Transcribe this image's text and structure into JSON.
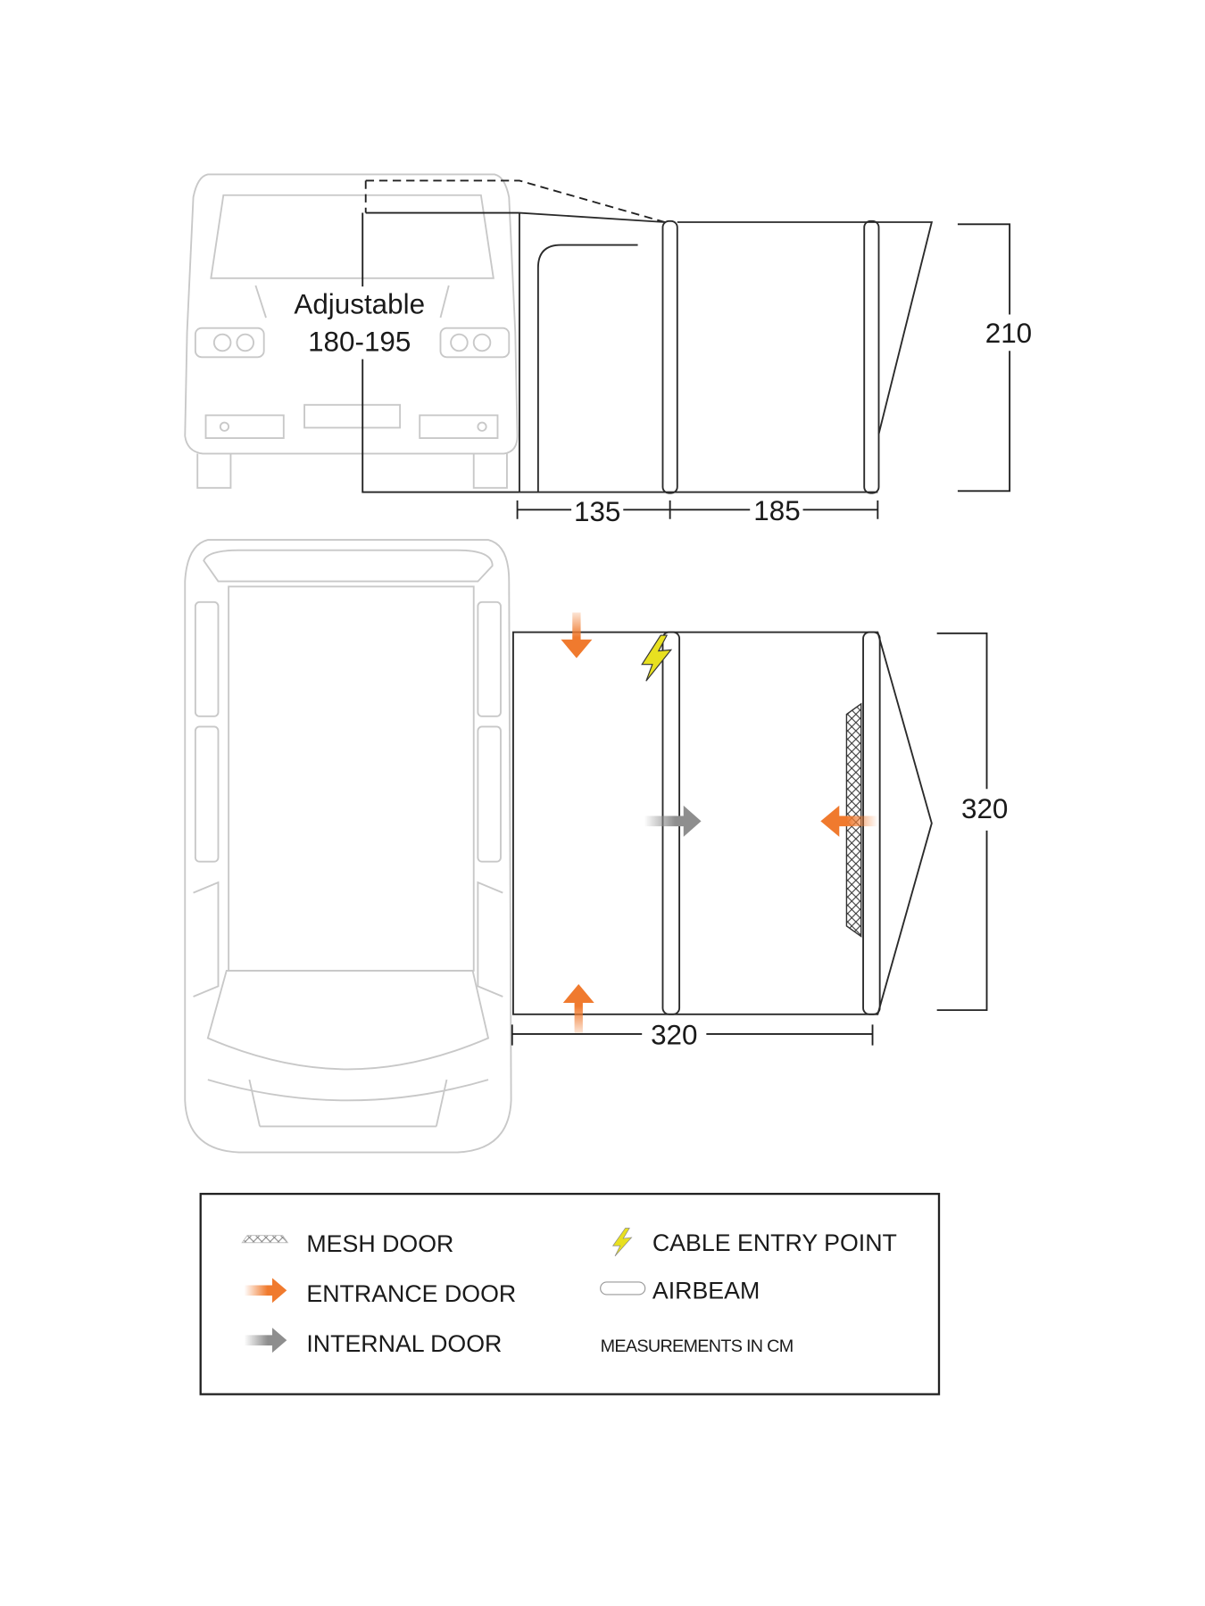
{
  "side_view": {
    "adjustable_label": "Adjustable",
    "adjustable_range": "180-195",
    "height": "210",
    "length_front": "135",
    "length_rear": "185"
  },
  "plan_view": {
    "width": "320",
    "depth": "320"
  },
  "legend": {
    "mesh_door": "MESH DOOR",
    "entrance_door": "ENTRANCE DOOR",
    "internal_door": "INTERNAL DOOR",
    "cable_entry_point": "CABLE ENTRY POINT",
    "airbeam": "AIRBEAM",
    "units_note": "MEASUREMENTS IN CM"
  },
  "colors": {
    "entrance": "#f07a2e",
    "internal": "#8e8e8e",
    "cable": "#e8e020",
    "van": "#c8c8c8",
    "outline": "#2a2a2a"
  }
}
